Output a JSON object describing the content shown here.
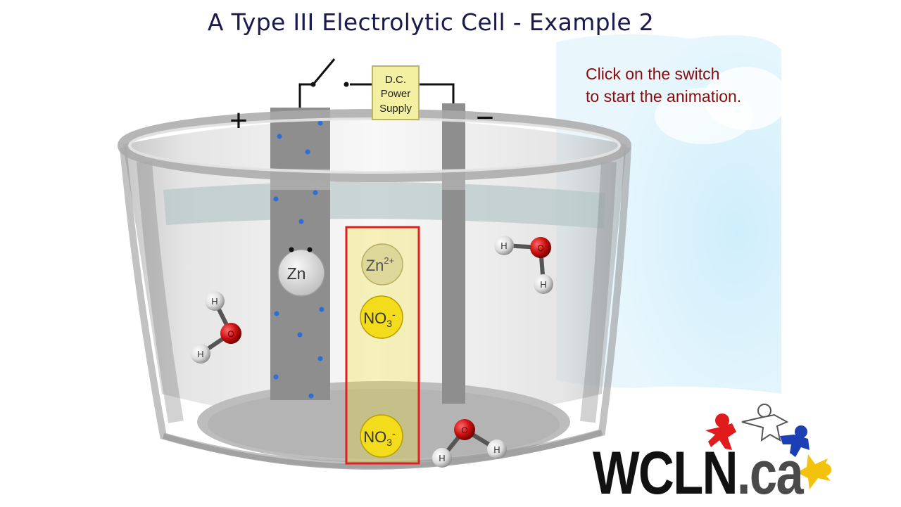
{
  "title": "A Type III Electrolytic Cell - Example 2",
  "instruction": {
    "line1": "Click on the switch",
    "line2": "to start the animation."
  },
  "power_supply": {
    "line1": "D.C.",
    "line2": "Power",
    "line3": "Supply"
  },
  "signs": {
    "positive": "+",
    "negative": "−"
  },
  "particles": {
    "zn_atom": "Zn",
    "zn_ion": "Zn",
    "zn_ion_charge": "2+",
    "nitrate_formula": "NO",
    "nitrate_subscript": "3",
    "nitrate_charge": "-",
    "hydrogen": "H",
    "oxygen": "O"
  },
  "logo": {
    "main": "WCLN",
    "suffix": ".ca"
  },
  "colors": {
    "highlight_box": "#e02020",
    "ion_yellow": "#f2dc1c",
    "oxygen_red": "#cc1111",
    "electrode_gray": "#8e8e8e",
    "instruction_text": "#8b0a0a"
  }
}
